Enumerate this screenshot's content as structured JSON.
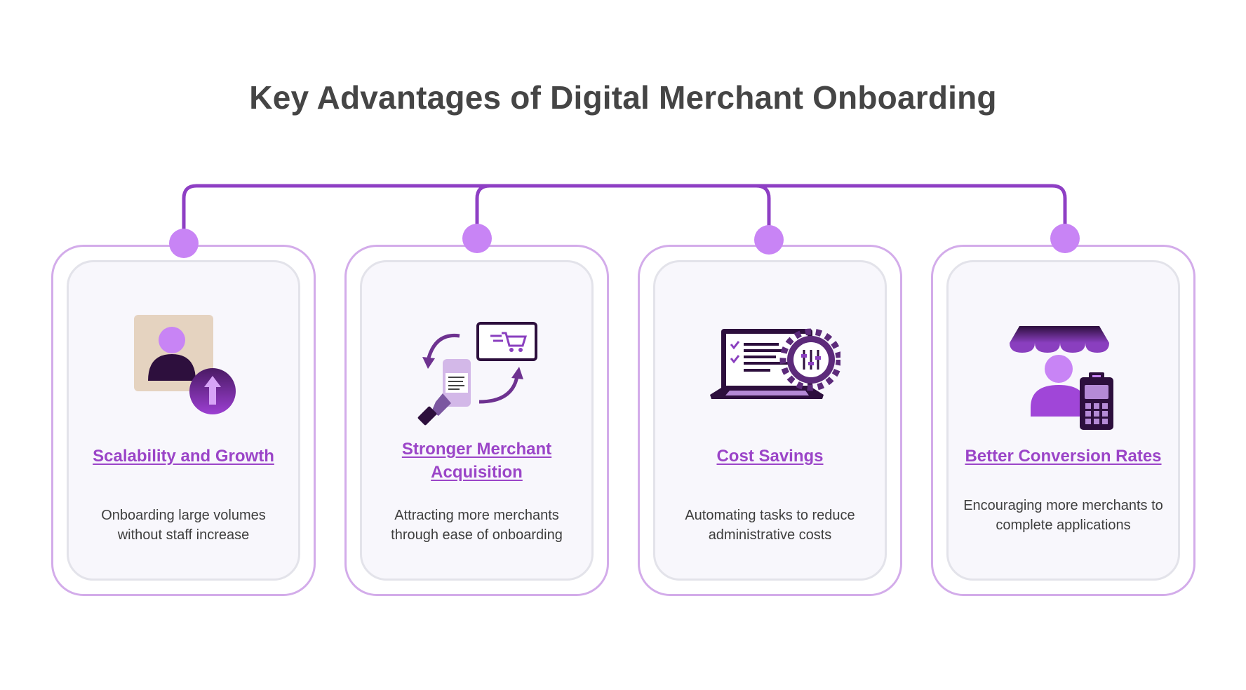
{
  "title": "Key Advantages of Digital Merchant Onboarding",
  "colors": {
    "accent": "#9b45c8",
    "connector": "#8e3fc4",
    "node": "#c884f5",
    "dark": "#3a1748",
    "card_border": "#d3acea"
  },
  "cards": [
    {
      "title": "Scalability and Growth",
      "description": "Onboarding large volumes without staff increase",
      "icon": "user-upload-icon"
    },
    {
      "title": "Stronger Merchant Acquisition",
      "description": "Attracting more merchants through ease of onboarding",
      "icon": "mobile-cart-cycle-icon"
    },
    {
      "title": "Cost Savings",
      "description": "Automating tasks to reduce administrative costs",
      "icon": "laptop-automation-icon"
    },
    {
      "title": "Better Conversion Rates",
      "description": "Encouraging more merchants to complete applications",
      "icon": "merchant-terminal-icon"
    }
  ]
}
